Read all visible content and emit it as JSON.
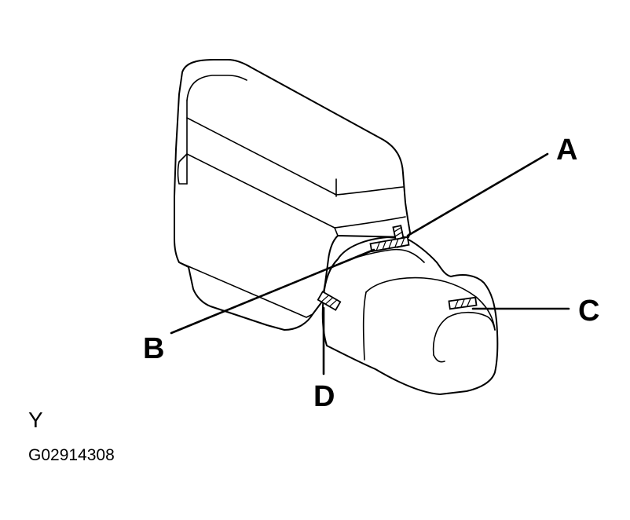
{
  "callouts": {
    "a": "A",
    "b": "B",
    "c": "C",
    "d": "D"
  },
  "caption": {
    "view_label": "Y",
    "figure_id": "G02914308"
  },
  "colors": {
    "line": "#000000",
    "background": "#ffffff"
  }
}
